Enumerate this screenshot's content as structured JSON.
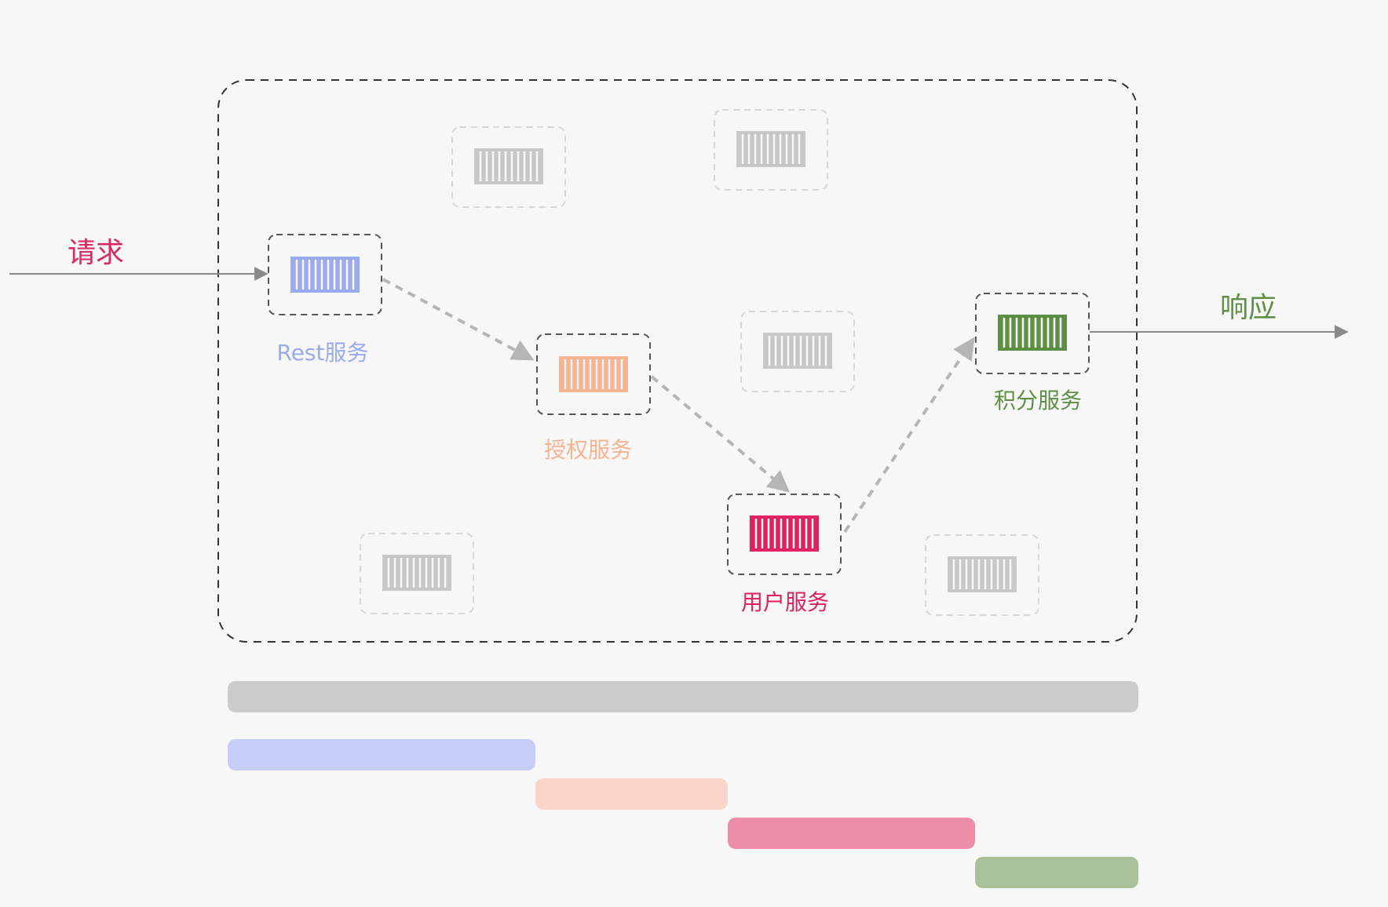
{
  "flow": {
    "request_label": "请求",
    "response_label": "响应"
  },
  "services": [
    {
      "id": "rest",
      "label": "Rest服务",
      "color": "#9aaaf0"
    },
    {
      "id": "auth",
      "label": "授权服务",
      "color": "#f7b491"
    },
    {
      "id": "user",
      "label": "用户服务",
      "color": "#e0205f"
    },
    {
      "id": "points",
      "label": "积分服务",
      "color": "#5e8f45"
    }
  ],
  "idle_container_color": "#c8c8c8",
  "text_colors": {
    "request": "#d92a63",
    "response": "#5e8f45"
  },
  "timeline": {
    "total_color": "#cbcbcb",
    "segments": [
      {
        "service": "rest",
        "color": "#c6cdf6"
      },
      {
        "service": "auth",
        "color": "#f8d5c8"
      },
      {
        "service": "user",
        "color": "#ed8daa"
      },
      {
        "service": "points",
        "color": "#a9c19a"
      }
    ]
  }
}
